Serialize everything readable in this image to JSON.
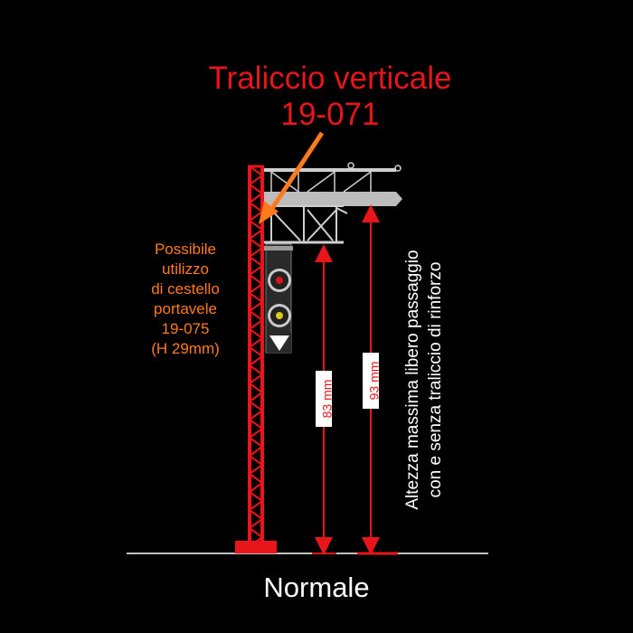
{
  "title": {
    "line1": "Traliccio verticale",
    "line2": "19-071"
  },
  "note": {
    "lines": [
      "Possibile",
      "utilizzo",
      "di cestello",
      "portavele",
      "19-075",
      "(H 29mm)"
    ]
  },
  "dimensions": {
    "short": "83 mm",
    "tall": "93 mm"
  },
  "vertical_caption": {
    "line1": "Altezza massima libero passaggio",
    "line2": "con e senza traliccio di rinforzo"
  },
  "caption": "Normale",
  "colors": {
    "background": "#000000",
    "structure_red": "#e8161b",
    "arrow_orange": "#ff7a1a",
    "bridge_grey": "#c8c8c8",
    "signal_red": "#d8141a",
    "signal_yellow": "#d8c81a"
  }
}
